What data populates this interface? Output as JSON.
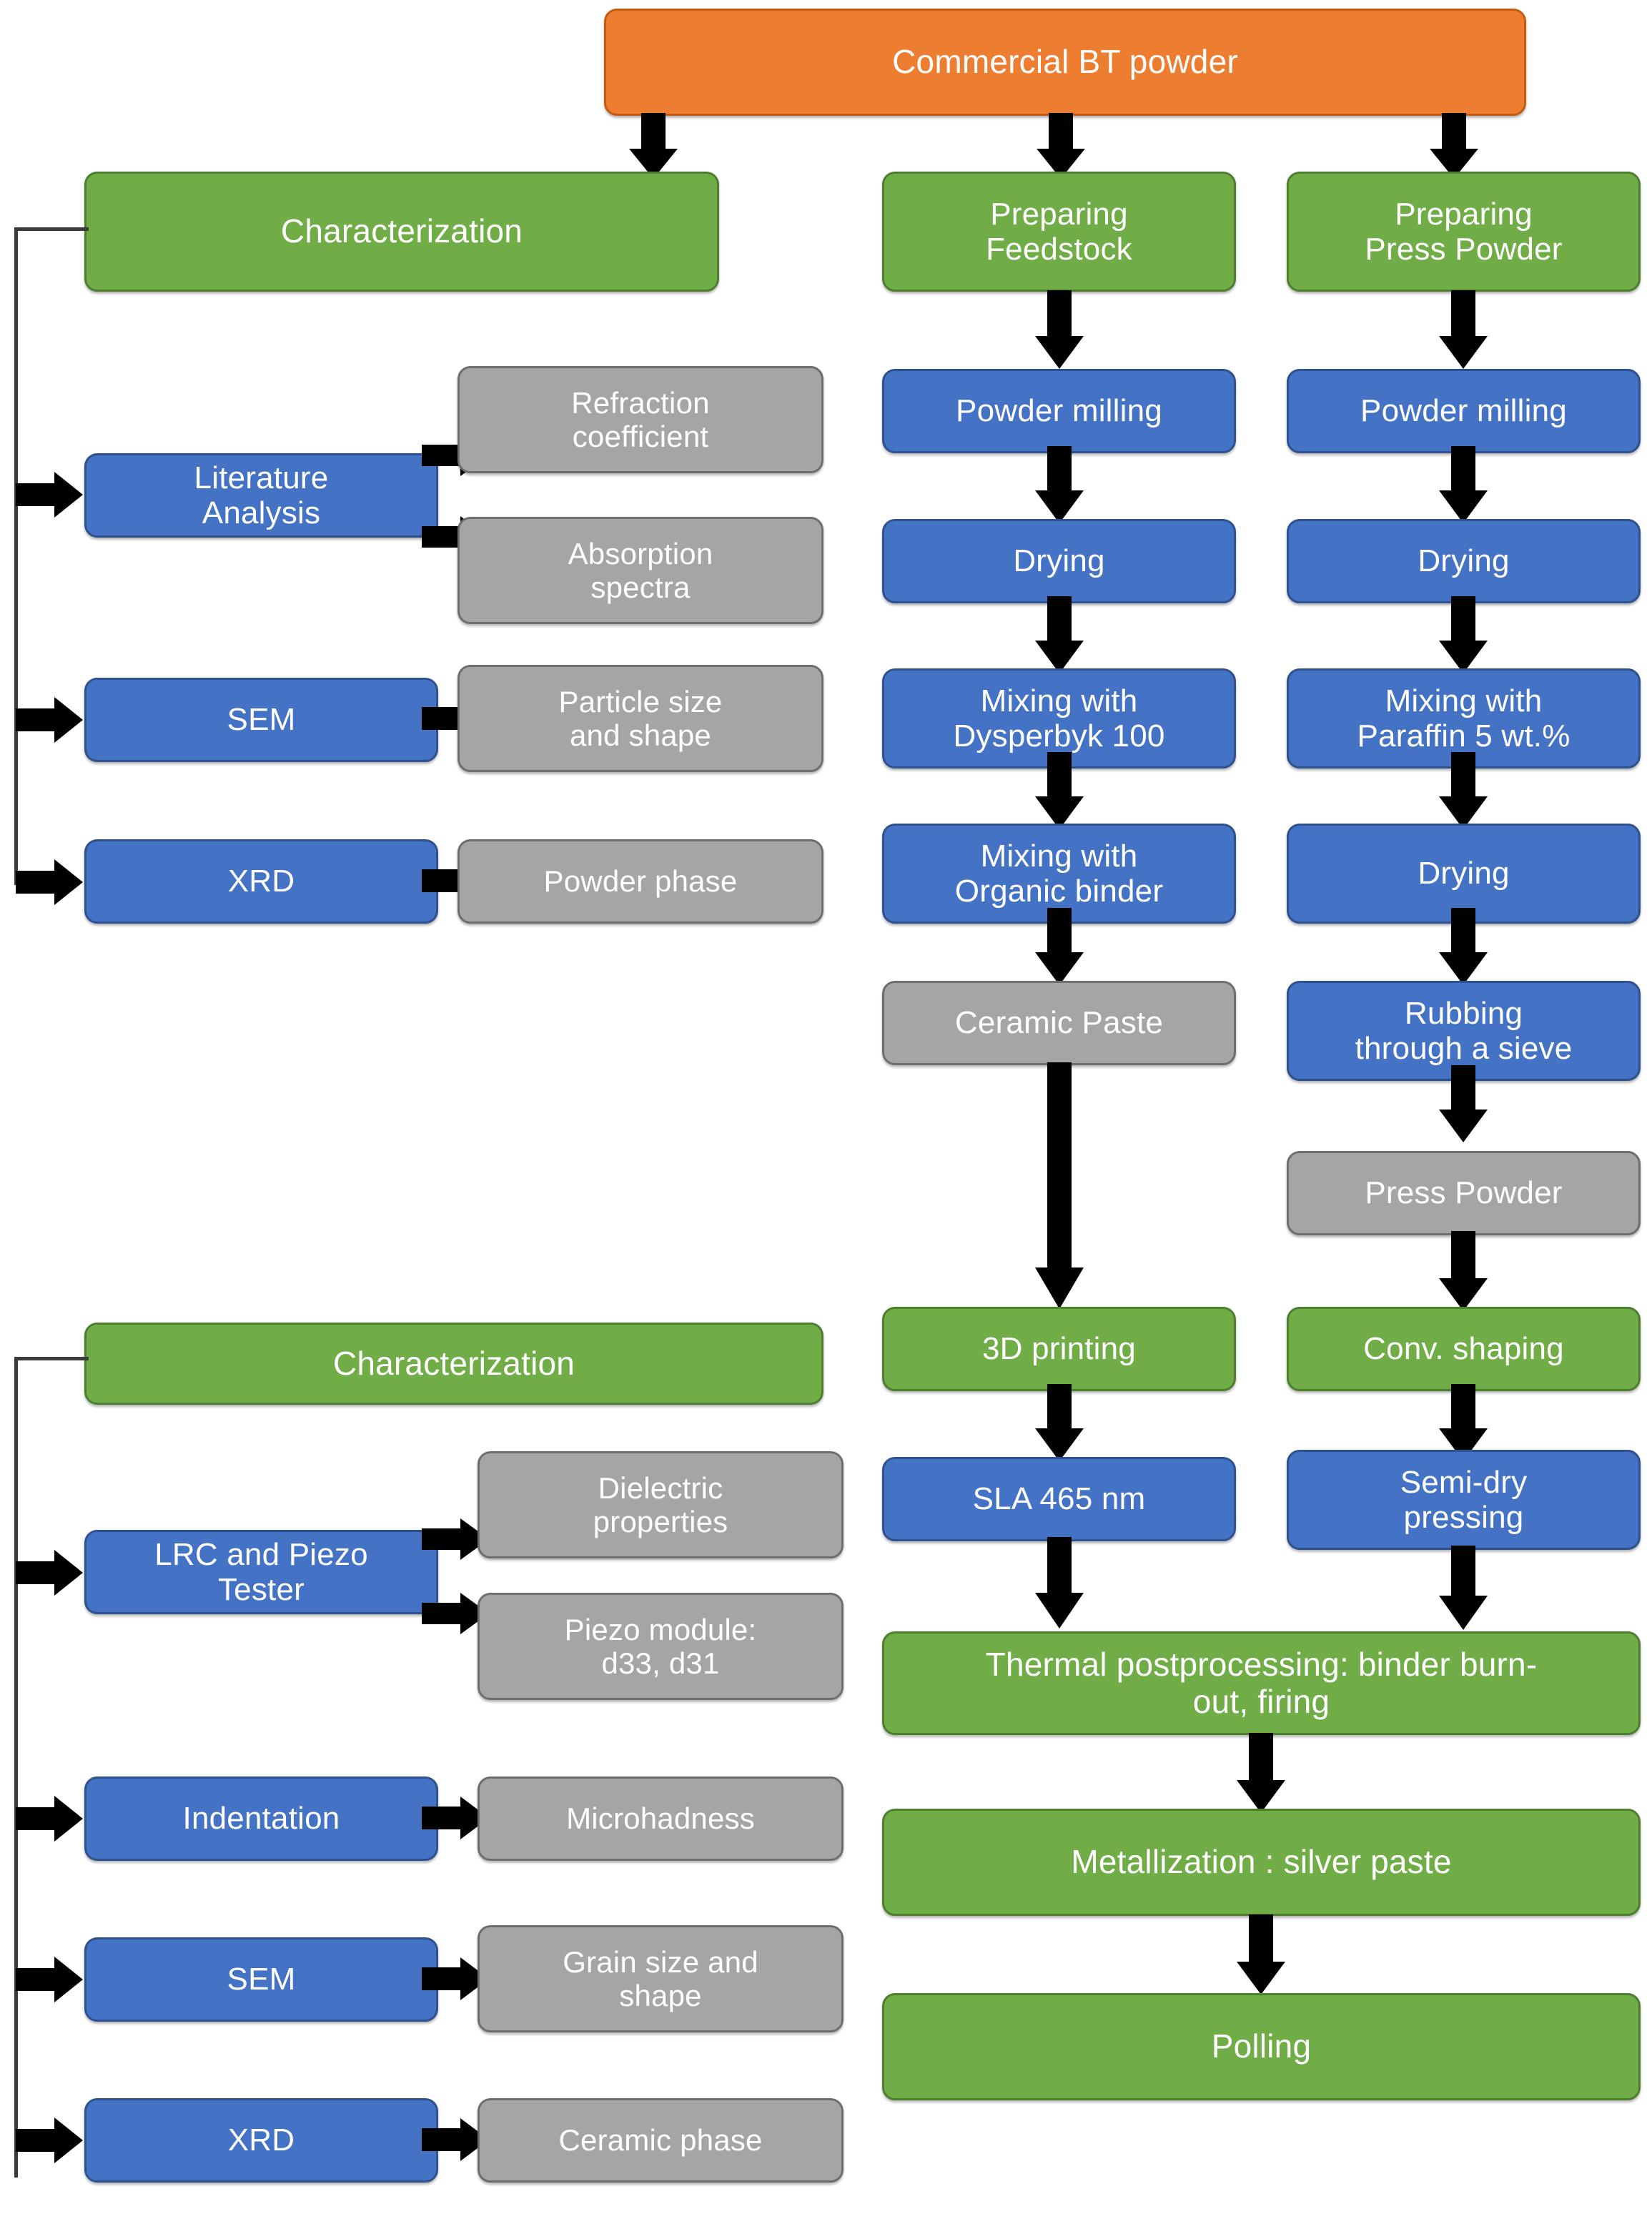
{
  "diagram": {
    "title": "Ceramic processing and characterization flowchart",
    "colors": {
      "source": "#ED7D31",
      "stage": "#70AD47",
      "operation": "#4472C4",
      "output": "#A5A5A5",
      "arrow": "#000000"
    }
  },
  "source": {
    "label": "Commercial BT powder"
  },
  "powder_characterization": {
    "header": "Characterization",
    "methods": [
      {
        "label": "Literature\nAnalysis",
        "outputs": [
          "Refraction\ncoefficient",
          "Absorption\nspectra"
        ]
      },
      {
        "label": "SEM",
        "outputs": [
          "Particle size\nand shape"
        ]
      },
      {
        "label": "XRD",
        "outputs": [
          "Powder phase"
        ]
      }
    ]
  },
  "feedstock_branch": {
    "header": "Preparing\nFeedstock",
    "steps": [
      {
        "label": "Powder milling",
        "kind": "operation"
      },
      {
        "label": "Drying",
        "kind": "operation"
      },
      {
        "label": "Mixing with\nDysperbyk 100",
        "kind": "operation"
      },
      {
        "label": "Mixing with\nOrganic binder",
        "kind": "operation"
      },
      {
        "label": "Ceramic Paste",
        "kind": "output"
      },
      {
        "label": "3D printing",
        "kind": "stage"
      },
      {
        "label": "SLA 465 nm",
        "kind": "operation"
      }
    ]
  },
  "press_powder_branch": {
    "header": "Preparing\nPress Powder",
    "steps": [
      {
        "label": "Powder milling",
        "kind": "operation"
      },
      {
        "label": "Drying",
        "kind": "operation"
      },
      {
        "label": "Mixing with\nParaffin 5 wt.%",
        "kind": "operation"
      },
      {
        "label": "Drying",
        "kind": "operation"
      },
      {
        "label": "Rubbing\nthrough a sieve",
        "kind": "operation"
      },
      {
        "label": "Press Powder",
        "kind": "output"
      },
      {
        "label": "Conv. shaping",
        "kind": "stage"
      },
      {
        "label": "Semi-dry\npressing",
        "kind": "operation"
      }
    ]
  },
  "common_steps": [
    {
      "label": "Thermal postprocessing: binder burn-\nout, firing",
      "kind": "stage"
    },
    {
      "label": "Metallization : silver paste",
      "kind": "stage"
    },
    {
      "label": "Polling",
      "kind": "stage"
    }
  ],
  "ceramic_characterization": {
    "header": "Characterization",
    "methods": [
      {
        "label": "LRC and Piezo\nTester",
        "outputs": [
          "Dielectric\nproperties",
          "Piezo module:\nd33, d31"
        ]
      },
      {
        "label": "Indentation",
        "outputs": [
          "Microhadness"
        ]
      },
      {
        "label": "SEM",
        "outputs": [
          "Grain size and\nshape"
        ]
      },
      {
        "label": "XRD",
        "outputs": [
          "Ceramic phase"
        ]
      }
    ]
  }
}
